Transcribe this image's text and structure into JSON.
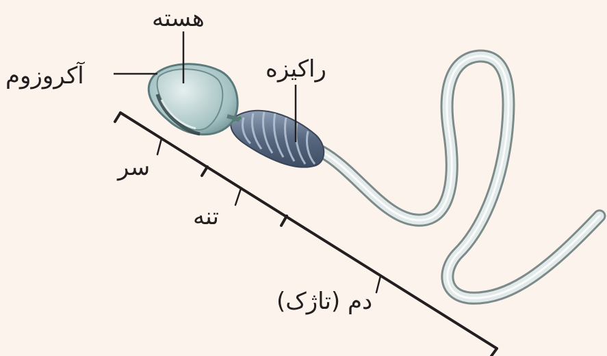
{
  "labels": {
    "nucleus": "هسته",
    "acrosome": "آکروزوم",
    "mitochondrion": "راکیزه",
    "head": "سر",
    "midpiece": "تنه",
    "tail": "دم (تاژک)"
  },
  "colors": {
    "background": "#fcf4ec",
    "line": "#231f20",
    "head_fill": "#a9c8c8",
    "nucleus_fill": "#c9dcdc",
    "midpiece_fill": "#5d6d86",
    "tail_fill": "#e8eeee"
  }
}
